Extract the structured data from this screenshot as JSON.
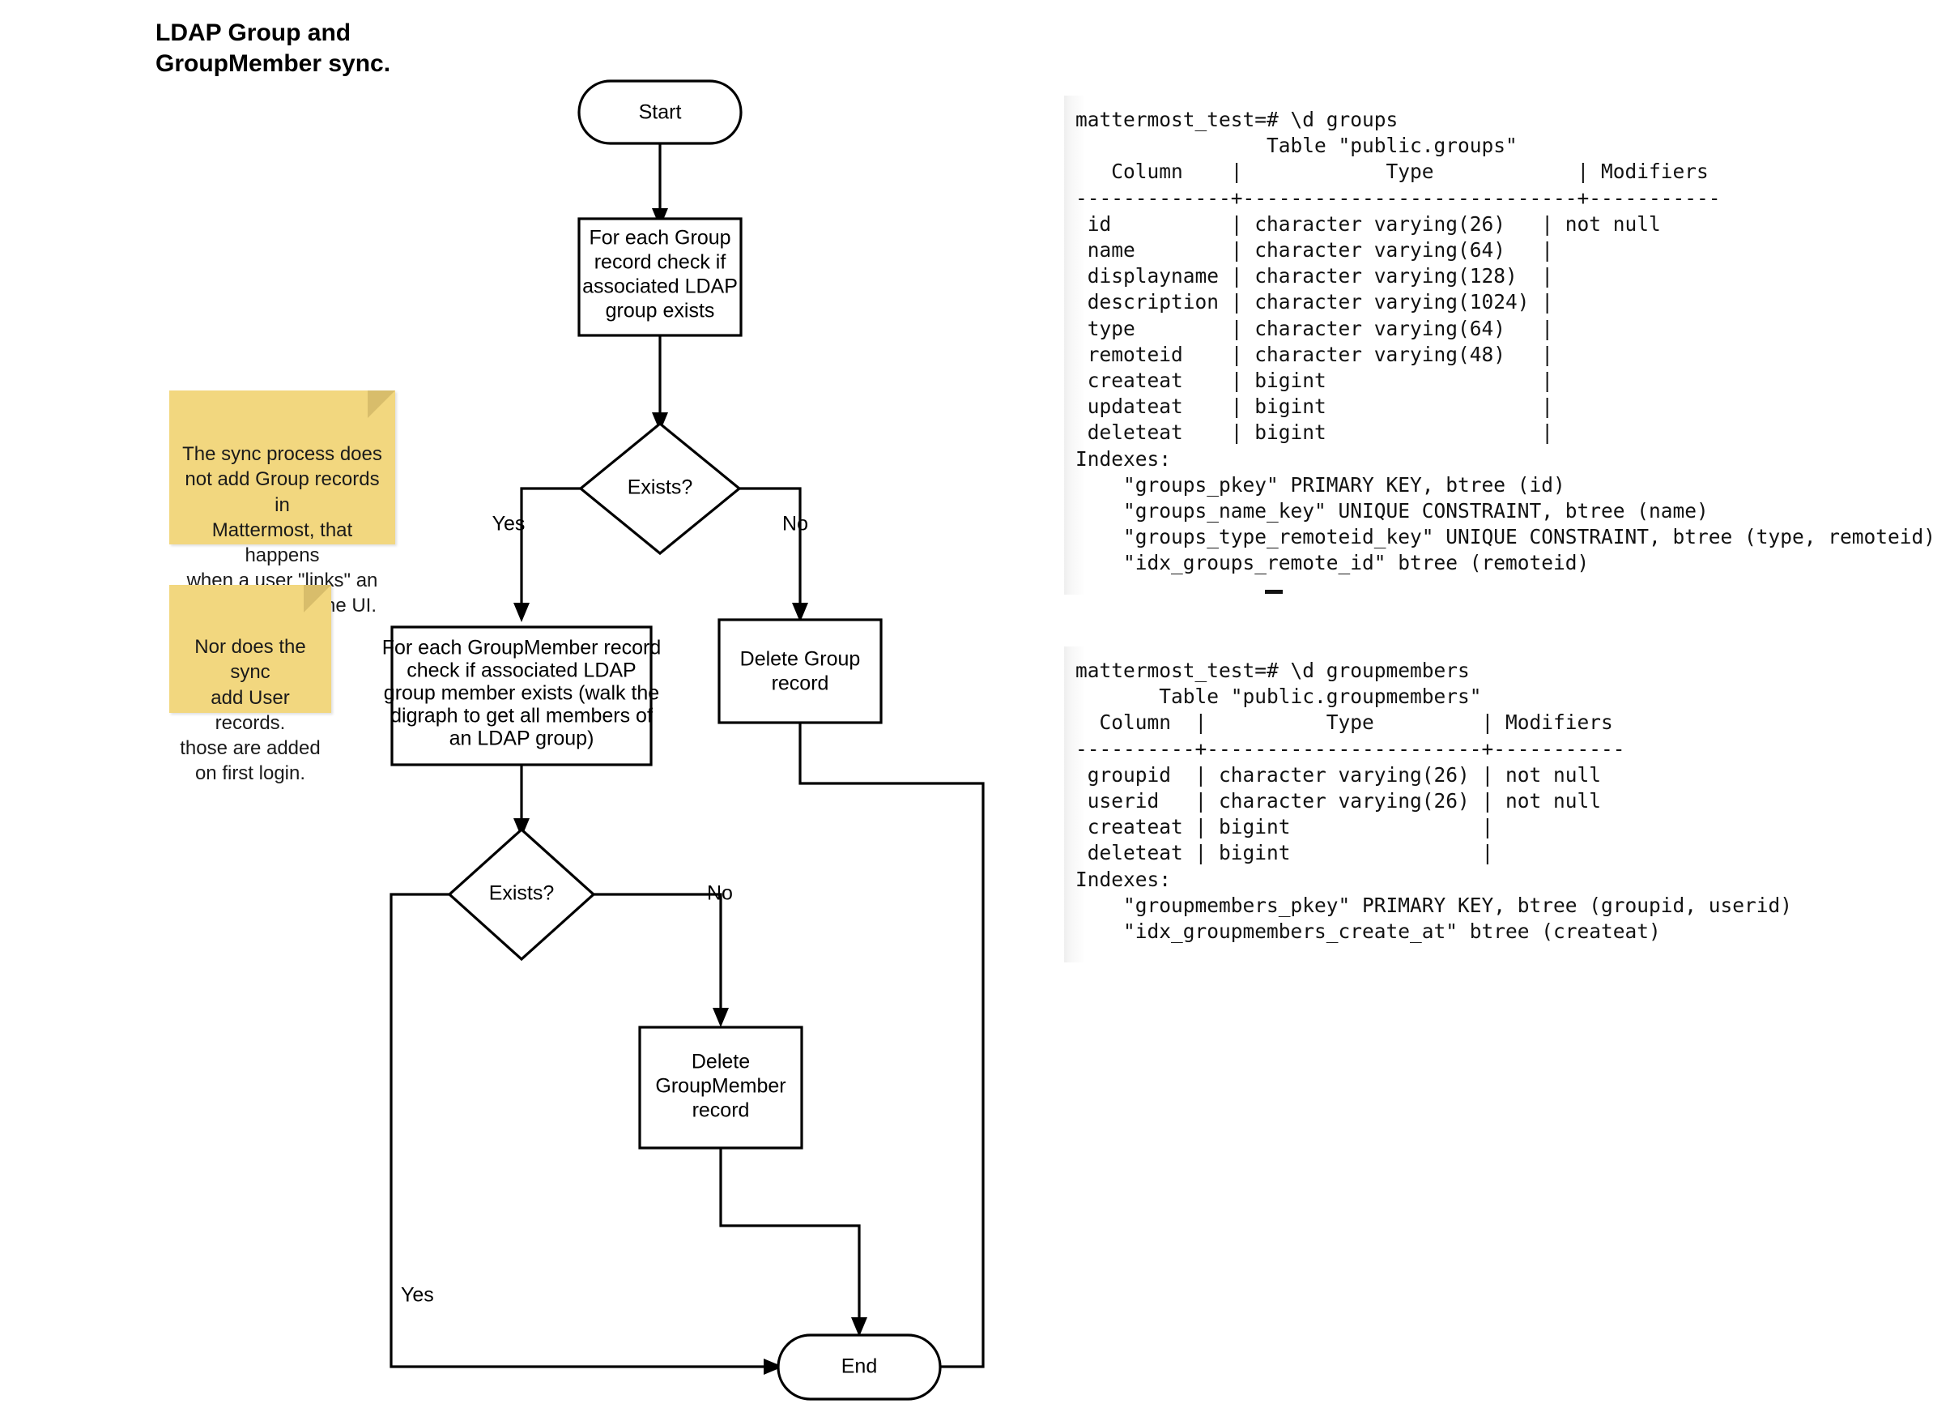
{
  "title": "LDAP Group and\nGroupMember sync.",
  "flowchart": {
    "nodes": {
      "start": "Start",
      "check_group": "For each Group\nrecord check if\nassociated LDAP\ngroup exists",
      "exists_group": "Exists?",
      "check_member": "For each GroupMember record\ncheck if associated LDAP\ngroup member exists (walk the\ndigraph to get all members of\nan LDAP group)",
      "delete_group": "Delete Group\nrecord",
      "exists_member": "Exists?",
      "delete_member": "Delete\nGroupMember\nrecord",
      "end": "End"
    },
    "edges": {
      "group_yes": "Yes",
      "group_no": "No",
      "member_no": "No",
      "member_yes": "Yes"
    }
  },
  "notes": [
    {
      "id": "note-sync-groups",
      "text": "The sync process does\nnot add Group records in\nMattermost, that happens\nwhen a user \"links\" an\nLDAP group in the UI."
    },
    {
      "id": "note-sync-users",
      "text": "Nor does the sync\nadd User records.\nthose are added\non first login."
    }
  ],
  "terminals": {
    "groups": "mattermost_test=# \\d groups\n                Table \"public.groups\"\n   Column    |            Type            | Modifiers\n-------------+----------------------------+-----------\n id          | character varying(26)   | not null\n name        | character varying(64)   |\n displayname | character varying(128)  |\n description | character varying(1024) |\n type        | character varying(64)   |\n remoteid    | character varying(48)   |\n createat    | bigint                  |\n updateat    | bigint                  |\n deleteat    | bigint                  |\nIndexes:\n    \"groups_pkey\" PRIMARY KEY, btree (id)\n    \"groups_name_key\" UNIQUE CONSTRAINT, btree (name)\n    \"groups_type_remoteid_key\" UNIQUE CONSTRAINT, btree (type, remoteid)\n    \"idx_groups_remote_id\" btree (remoteid)",
    "groupmembers": "mattermost_test=# \\d groupmembers\n       Table \"public.groupmembers\"\n  Column  |          Type         | Modifiers\n----------+-----------------------+-----------\n groupid  | character varying(26) | not null\n userid   | character varying(26) | not null\n createat | bigint                |\n deleteat | bigint                |\nIndexes:\n    \"groupmembers_pkey\" PRIMARY KEY, btree (groupid, userid)\n    \"idx_groupmembers_create_at\" btree (createat)"
  },
  "colors": {
    "note_bg": "#f2d77f",
    "note_fold": "#d8bd6b",
    "stroke": "#000000",
    "shape_fill": "#ffffff",
    "terminal_text": "#121212"
  }
}
